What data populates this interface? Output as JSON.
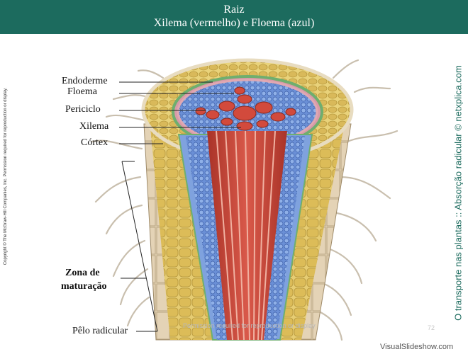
{
  "header": {
    "title": "Raiz",
    "subtitle": "Xilema (vermelho) e Floema (azul)",
    "background": "#1c6b5e"
  },
  "labels": {
    "endoderme": "Endoderme",
    "floema": "Floema",
    "periciclo": "Periciclo",
    "xilema": "Xilema",
    "cortex": "Córtex",
    "zona_line1": "Zona de",
    "zona_line2": "maturação",
    "pelo": "Pêlo radicular"
  },
  "copyright": "Copyright © The McGraw-Hill Companies, Inc. Permission required for reproduction or display.",
  "side_text": "O transporte nas plantas :: Absorção radicular © netxplica.com",
  "watermark": "VisualSlideshow.com",
  "faint_text": "Permission required for reproduction or display",
  "faint_number": "72",
  "colors": {
    "xylem": "#c9463a",
    "phloem": "#5b7fc9",
    "cortex": "#e2c86a",
    "epidermis": "#e8d6b8",
    "endodermis": "#6fae6f",
    "pericycle": "#d99aa8"
  }
}
